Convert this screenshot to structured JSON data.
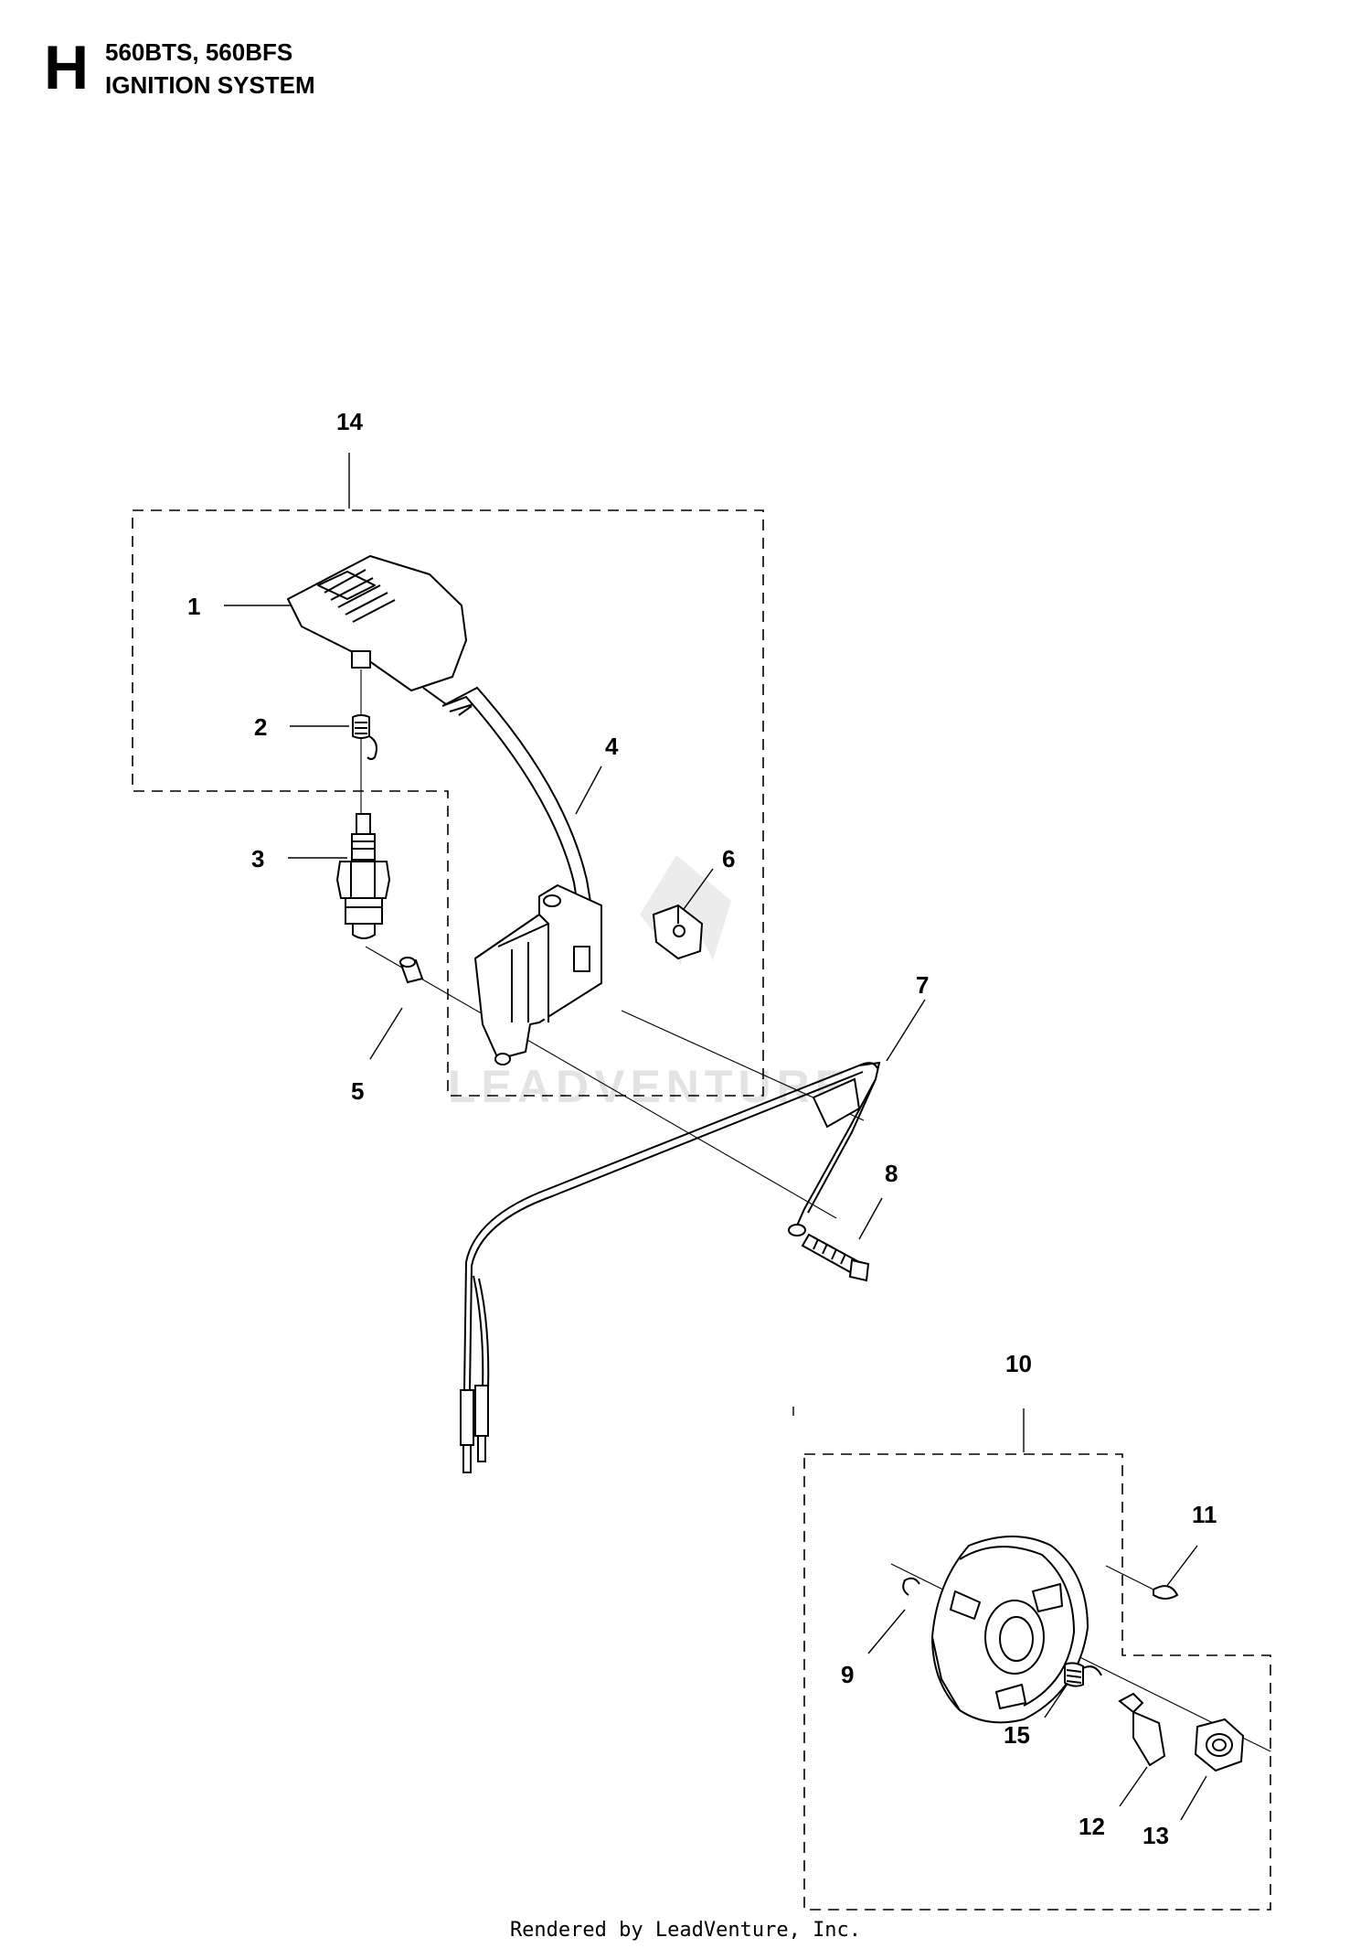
{
  "header": {
    "section_letter": "H",
    "models": "560BTS, 560BFS",
    "section_title": "IGNITION SYSTEM"
  },
  "callouts": [
    "1",
    "2",
    "3",
    "4",
    "5",
    "6",
    "7",
    "8",
    "9",
    "10",
    "11",
    "12",
    "13",
    "14",
    "15"
  ],
  "watermark": "LEADVENTURE",
  "footer": "Rendered by LeadVenture, Inc."
}
